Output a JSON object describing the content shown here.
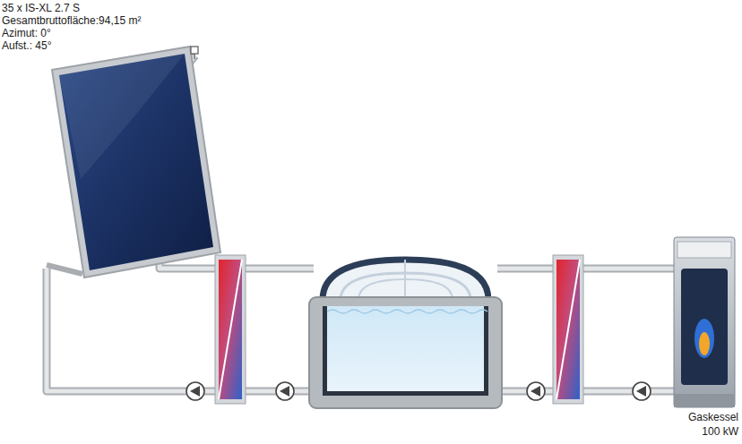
{
  "diagram": {
    "nodes": [
      {
        "text": [
          "35 x IS-XL 2.7 S",
          "Gesamtbruttofläche:94,15 m²",
          "Azimut: 0°",
          "Aufst.: 45°"
        ]
      },
      {
        "text": [
          "Gaskessel",
          "100 kW"
        ]
      }
    ]
  }
}
